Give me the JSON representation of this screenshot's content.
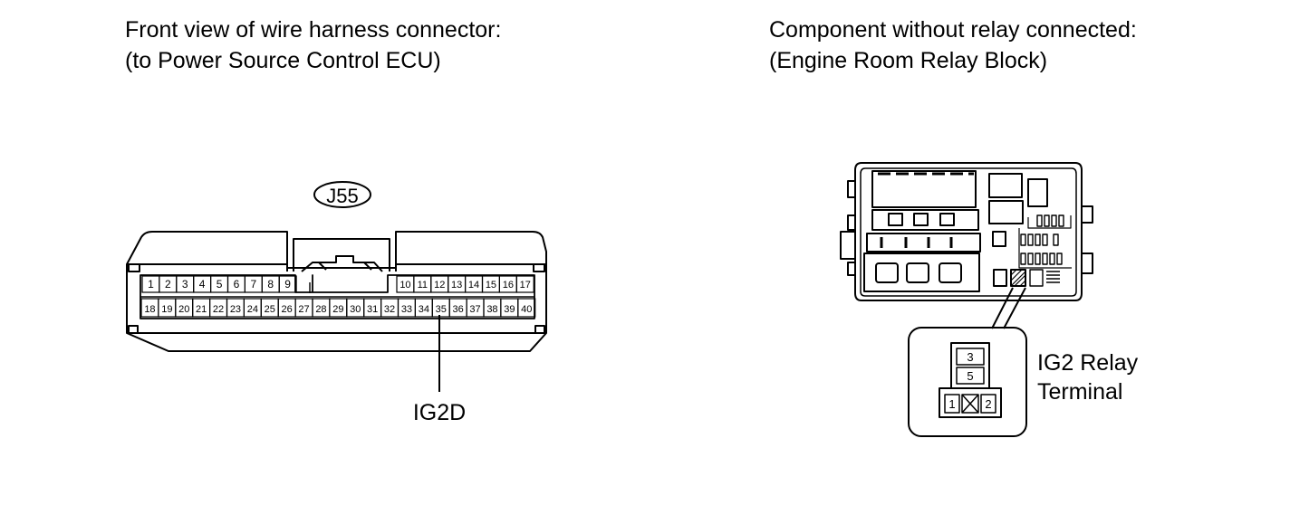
{
  "left": {
    "title_line1": "Front view of wire harness connector:",
    "title_line2": "(to Power Source Control ECU)",
    "connector_id": "J55",
    "top_row_left": [
      "1",
      "2",
      "3",
      "4",
      "5",
      "6",
      "7",
      "8",
      "9"
    ],
    "top_row_right": [
      "10",
      "11",
      "12",
      "13",
      "14",
      "15",
      "16",
      "17"
    ],
    "bottom_row": [
      "18",
      "19",
      "20",
      "21",
      "22",
      "23",
      "24",
      "25",
      "26",
      "27",
      "28",
      "29",
      "30",
      "31",
      "32",
      "33",
      "34",
      "35",
      "36",
      "37",
      "38",
      "39",
      "40"
    ],
    "callout_terminal": "35",
    "callout_label": "IG2D"
  },
  "right": {
    "title_line1": "Component without relay connected:",
    "title_line2": "(Engine Room Relay Block)",
    "relay_terminals": [
      "3",
      "5",
      "1",
      "2"
    ],
    "relay_label_line1": "IG2 Relay",
    "relay_label_line2": "Terminal"
  },
  "colors": {
    "ink": "#000000",
    "background": "#ffffff"
  }
}
